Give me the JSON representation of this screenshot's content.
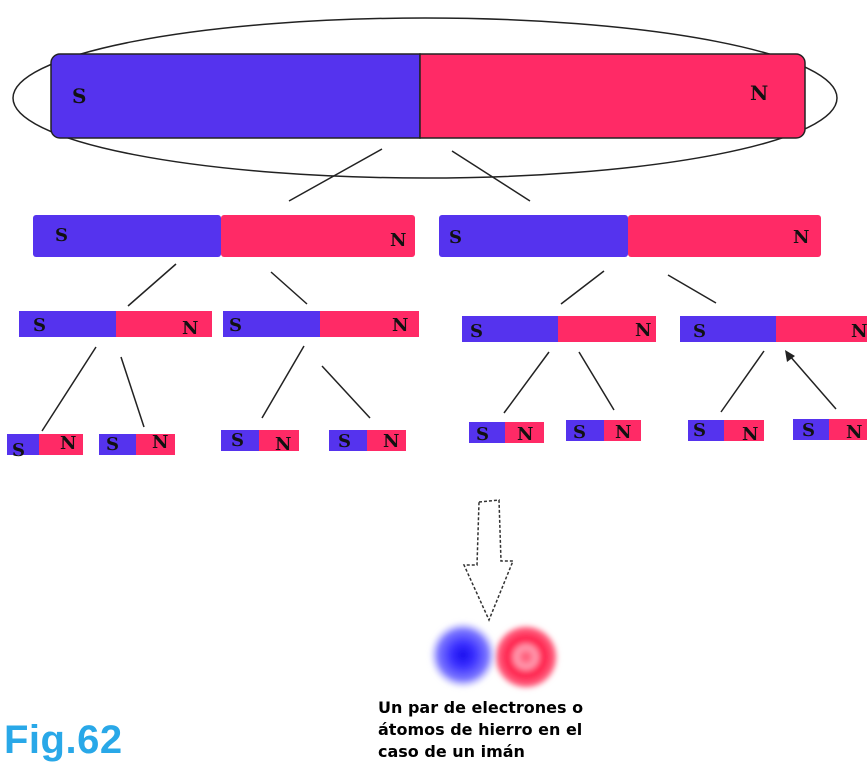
{
  "poles": {
    "south": "S",
    "north": "N"
  },
  "colors": {
    "south": "#5533ee",
    "north": "#ff2a66",
    "figure_label": "#29a8e8"
  },
  "caption_lines": [
    "Un par de electrones o",
    "átomos de hierro en el",
    "caso de un imán"
  ],
  "figure_label": "Fig.62"
}
